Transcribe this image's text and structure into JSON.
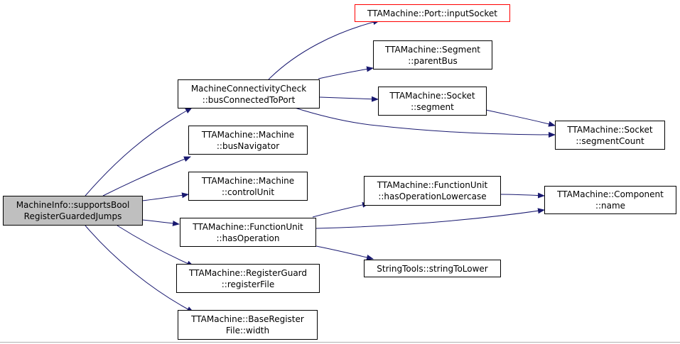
{
  "nodes": {
    "root": [
      "MachineInfo::supportsBool",
      "RegisterGuardedJumps"
    ],
    "bus_connected_to_port": [
      "MachineConnectivityCheck",
      "::busConnectedToPort"
    ],
    "bus_navigator": [
      "TTAMachine::Machine",
      "::busNavigator"
    ],
    "control_unit": [
      "TTAMachine::Machine",
      "::controlUnit"
    ],
    "has_operation": [
      "TTAMachine::FunctionUnit",
      "::hasOperation"
    ],
    "register_file": [
      "TTAMachine::RegisterGuard",
      "::registerFile"
    ],
    "width": [
      "TTAMachine::BaseRegister",
      "File::width"
    ],
    "input_socket": [
      "TTAMachine::Port::inputSocket"
    ],
    "parent_bus": [
      "TTAMachine::Segment",
      "::parentBus"
    ],
    "segment": [
      "TTAMachine::Socket",
      "::segment"
    ],
    "segment_count": [
      "TTAMachine::Socket",
      "::segmentCount"
    ],
    "has_operation_lowercase": [
      "TTAMachine::FunctionUnit",
      "::hasOperationLowercase"
    ],
    "component_name": [
      "TTAMachine::Component",
      "::name"
    ],
    "string_to_lower": [
      "StringTools::stringToLower"
    ]
  },
  "colors": {
    "edge": "#191970",
    "root_fill": "#bfbfbf",
    "external_border": "#ff0000",
    "node_border": "#000000"
  }
}
